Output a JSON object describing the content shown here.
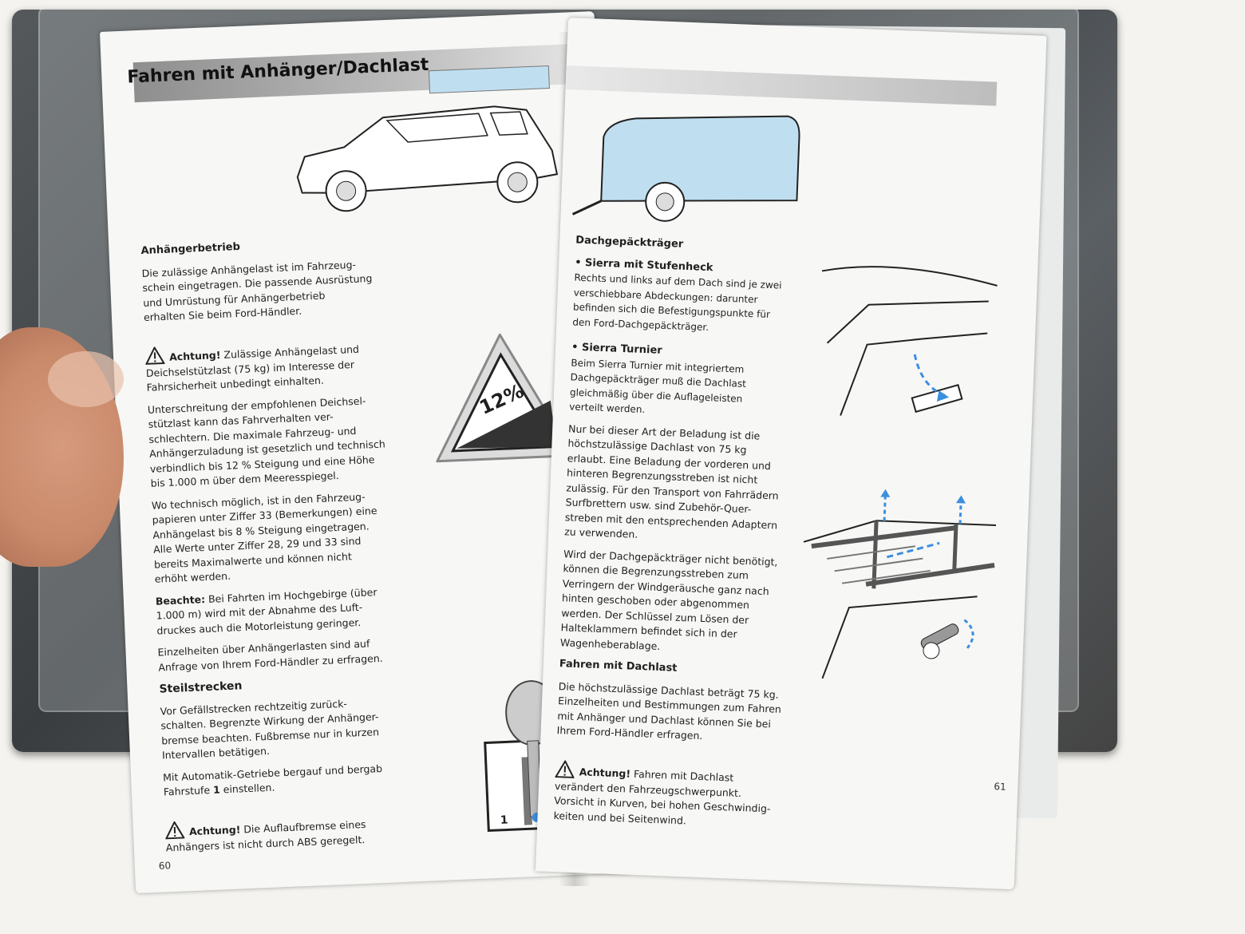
{
  "left_page": {
    "header": "Fahren mit Anhänger/Dachlast",
    "anhaenger": {
      "heading": "Anhängerbetrieb",
      "p1": "Die zulässige Anhängelast ist im Fahrzeug-\nschein eingetragen. Die passende Ausrüstung\nund Umrüstung für Anhängerbetrieb\nerhalten Sie beim Ford-Händler.",
      "warn_label": "Achtung!",
      "warn_text": " Zulässige Anhängelast und\nDeichselstützlast (75 kg) im Interesse der\nFahrsicherheit unbedingt einhalten.",
      "p2": "Unterschreitung der empfohlenen Deichsel-\nstützlast kann das Fahrverhalten ver-\nschlechtern. Die maximale Fahrzeug- und\nAnhängerzuladung ist gesetzlich und technisch\nverbindlich bis 12 % Steigung und eine Höhe\nbis 1.000 m über dem Meeresspiegel.",
      "p3": "Wo technisch möglich, ist in den Fahrzeug-\npapieren unter Ziffer 33 (Bemerkungen) eine\nAnhängelast bis 8 % Steigung eingetragen.\nAlle Werte unter Ziffer 28, 29 und 33 sind\nbereits Maximalwerte und können nicht\nerhöht werden.",
      "note_label": "Beachte:",
      "note_text": " Bei Fahrten im Hochgebirge (über\n1.000 m) wird mit der Abnahme des Luft-\ndruckes auch die Motorleistung geringer.",
      "p4": "Einzelheiten über Anhängerlasten sind auf\nAnfrage von Ihrem Ford-Händler zu erfragen."
    },
    "steil": {
      "heading": "Steilstrecken",
      "p1": "Vor Gefällstrecken rechtzeitig zurück-\nschalten. Begrenzte Wirkung der Anhänger-\nbremse beachten. Fußbremse nur in kurzen\nIntervallen betätigen.",
      "p2_a": "Mit Automatik-Getriebe bergauf und bergab\nFahrstufe ",
      "p2_b": "1",
      "p2_c": " einstellen.",
      "warn_label": "Achtung!",
      "warn_text": " Die Auflaufbremse eines\nAnhängers ist nicht durch ABS geregelt."
    },
    "sign_text": "12%",
    "gear_label": "1",
    "page_number": "60"
  },
  "right_page": {
    "dach_heading": "Dachgepäckträger",
    "stufen_heading": "Sierra mit Stufenheck",
    "stufen_text": "Rechts und links auf dem Dach sind je zwei\nverschiebbare Abdeckungen: darunter\nbefinden sich die Befestigungspunkte für\nden Ford-Dachgepäckträger.",
    "turnier_heading": "Sierra Turnier",
    "turnier_text": "Beim Sierra Turnier mit integriertem\nDachgepäckträger muß die Dachlast\ngleichmäßig über die Auflageleisten\nverteilt werden.",
    "p1": "Nur bei dieser Art der Beladung ist die\nhöchstzulässige Dachlast von 75 kg\nerlaubt. Eine Beladung der vorderen und\nhinteren Begrenzungsstreben ist nicht\nzulässig. Für den Transport von Fahrrädern\nSurfbrettern usw. sind Zubehör-Quer-\nstreben mit den entsprechenden Adaptern\nzu verwenden.",
    "p2": "Wird der Dachgepäckträger nicht benötigt,\nkönnen die Begrenzungsstreben zum\nVerringern der Windgeräusche ganz nach\nhinten geschoben oder abgenommen\nwerden. Der Schlüssel zum Lösen der\nHalteklammern befindet sich in der\nWagenheberablage.",
    "fahren_heading": "Fahren mit Dachlast",
    "fahren_text": "Die höchstzulässige Dachlast beträgt 75 kg.\nEinzelheiten und Bestimmungen zum Fahren\nmit Anhänger und Dachlast können Sie bei\nIhrem Ford-Händler erfragen.",
    "warn_label": "Achtung!",
    "warn_text": " Fahren mit Dachlast\nverändert den Fahrzeugschwerpunkt.\nVorsicht in Kurven, bei hohen Geschwindig-\nkeiten und bei Seitenwind.",
    "page_number": "61"
  },
  "colors": {
    "accent_blue": "#bfdff0",
    "arrow_blue": "#3a8fe0",
    "header_gray": "#9a9a9a"
  },
  "icons": [
    "warning-triangle-icon",
    "bullet-icon"
  ]
}
